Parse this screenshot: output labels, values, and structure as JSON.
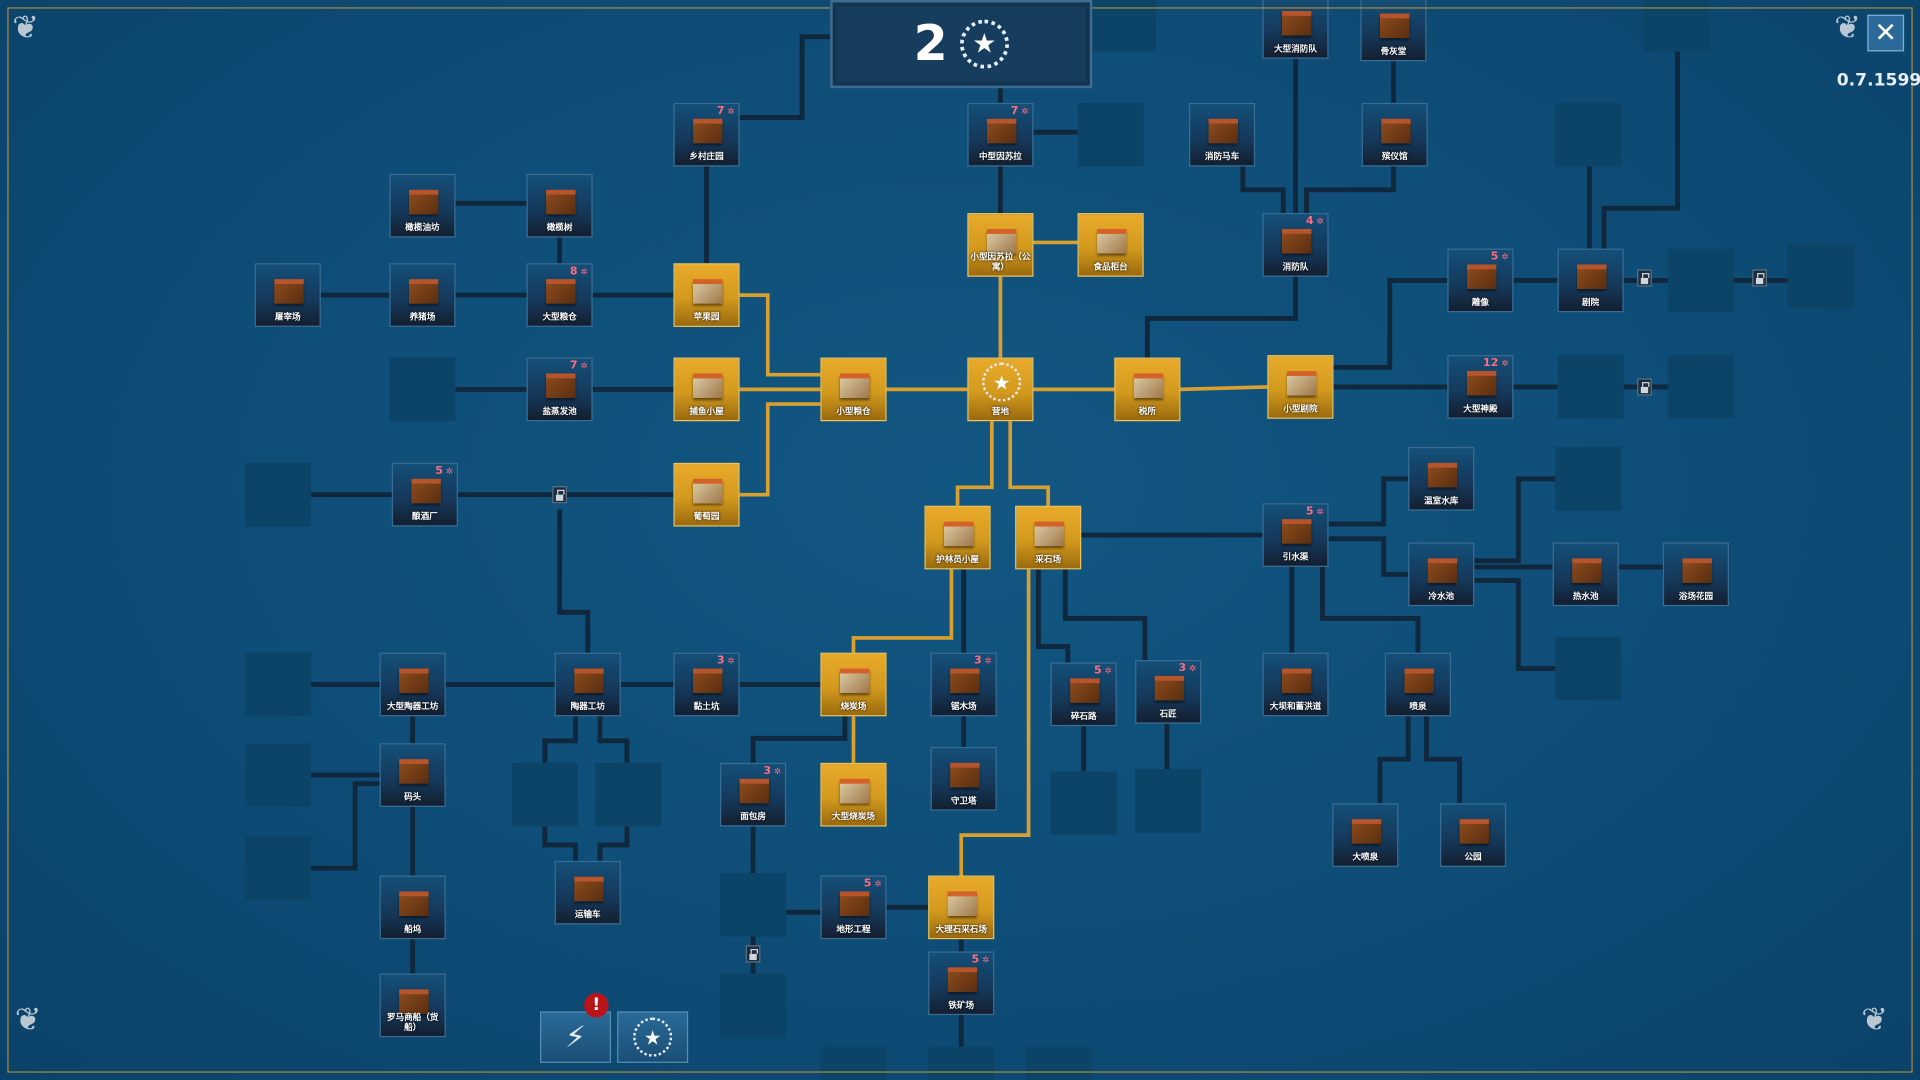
{
  "header": {
    "level": "2",
    "icon": "laurel-star-icon"
  },
  "version": "0.7.1599",
  "close_icon": "close-icon",
  "bottom_buttons": [
    {
      "icon": "lightning-icon",
      "alert": "!"
    },
    {
      "icon": "laurel-star-icon"
    }
  ],
  "colors": {
    "background": "#0e4d77",
    "unlocked": "#e0a526",
    "cost": "#ff6b80",
    "link_active": "#d9a030",
    "link": "#10283d"
  },
  "nodes": {
    "large-fire-brigade": {
      "label": "大型消防队",
      "state": "dark"
    },
    "columbarium": {
      "label": "骨灰堂",
      "state": "dark"
    },
    "rural-villa": {
      "label": "乡村庄园",
      "cost": "7",
      "state": "dark"
    },
    "medium-insula": {
      "label": "中型因苏拉",
      "cost": "7",
      "state": "dark"
    },
    "fire-wagon": {
      "label": "消防马车",
      "state": "dark"
    },
    "funeral-home": {
      "label": "殡仪馆",
      "state": "dark"
    },
    "olive-press": {
      "label": "橄榄油坊",
      "state": "dark"
    },
    "olive-grove": {
      "label": "橄榄树",
      "state": "dark"
    },
    "small-insula": {
      "label": "小型因苏拉（公寓）",
      "state": "gold"
    },
    "food-stall": {
      "label": "食品柜台",
      "state": "gold"
    },
    "fire-brigade": {
      "label": "消防队",
      "cost": "4",
      "state": "dark"
    },
    "butcher": {
      "label": "屠宰场",
      "state": "dark"
    },
    "pig-farm": {
      "label": "养猪场",
      "state": "dark"
    },
    "large-granary": {
      "label": "大型粮仓",
      "cost": "8",
      "state": "dark"
    },
    "orchard": {
      "label": "苹果园",
      "state": "gold"
    },
    "statue": {
      "label": "雕像",
      "cost": "5",
      "state": "dark"
    },
    "theater": {
      "label": "剧院",
      "state": "dark"
    },
    "salt-pan": {
      "label": "盐蒸发池",
      "cost": "7",
      "state": "dark"
    },
    "fishing-hut": {
      "label": "捕鱼小屋",
      "state": "gold"
    },
    "small-granary": {
      "label": "小型粮仓",
      "state": "gold"
    },
    "camp": {
      "label": "营地",
      "state": "gold"
    },
    "tax-office": {
      "label": "税所",
      "state": "gold"
    },
    "small-theater": {
      "label": "小型剧院",
      "state": "gold"
    },
    "large-temple": {
      "label": "大型神殿",
      "cost": "12",
      "state": "dark"
    },
    "winery": {
      "label": "酿酒厂",
      "cost": "5",
      "state": "dark"
    },
    "vineyard": {
      "label": "葡萄园",
      "state": "gold"
    },
    "reservoir": {
      "label": "温室水库",
      "state": "dark"
    },
    "forester-hut": {
      "label": "护林员小屋",
      "state": "gold"
    },
    "quarry": {
      "label": "采石场",
      "state": "gold"
    },
    "aqueduct": {
      "label": "引水渠",
      "cost": "5",
      "state": "dark"
    },
    "frigidarium": {
      "label": "冷水池",
      "state": "dark"
    },
    "caldarium": {
      "label": "热水池",
      "state": "dark"
    },
    "bath-garden": {
      "label": "浴场花园",
      "state": "dark"
    },
    "large-pottery": {
      "label": "大型陶器工坊",
      "state": "dark"
    },
    "pottery": {
      "label": "陶器工坊",
      "state": "dark"
    },
    "clay-pit": {
      "label": "黏土坑",
      "cost": "3",
      "state": "dark"
    },
    "charcoal-kiln": {
      "label": "烧炭场",
      "state": "gold"
    },
    "sawmill": {
      "label": "锯木场",
      "cost": "3",
      "state": "dark"
    },
    "gravel-road": {
      "label": "碎石路",
      "cost": "5",
      "state": "dark"
    },
    "mason": {
      "label": "石匠",
      "cost": "3",
      "state": "dark"
    },
    "dam": {
      "label": "大坝和蓄洪道",
      "state": "dark"
    },
    "fountain": {
      "label": "喷泉",
      "state": "dark"
    },
    "dock": {
      "label": "码头",
      "state": "dark"
    },
    "bakery": {
      "label": "面包房",
      "cost": "3",
      "state": "dark"
    },
    "large-charcoal-kiln": {
      "label": "大型烧炭场",
      "state": "gold"
    },
    "watchtower": {
      "label": "守卫塔",
      "state": "dark"
    },
    "large-fountain": {
      "label": "大喷泉",
      "state": "dark"
    },
    "park": {
      "label": "公园",
      "state": "dark"
    },
    "shipyard": {
      "label": "船坞",
      "state": "dark"
    },
    "cart": {
      "label": "运输车",
      "state": "dark"
    },
    "terraforming": {
      "label": "地形工程",
      "cost": "5",
      "state": "dark"
    },
    "marble-quarry": {
      "label": "大理石采石场",
      "state": "gold"
    },
    "iron-mine": {
      "label": "铁矿场",
      "cost": "5",
      "state": "dark"
    },
    "merchant-ship": {
      "label": "罗马商船（货船）",
      "state": "dark"
    }
  }
}
